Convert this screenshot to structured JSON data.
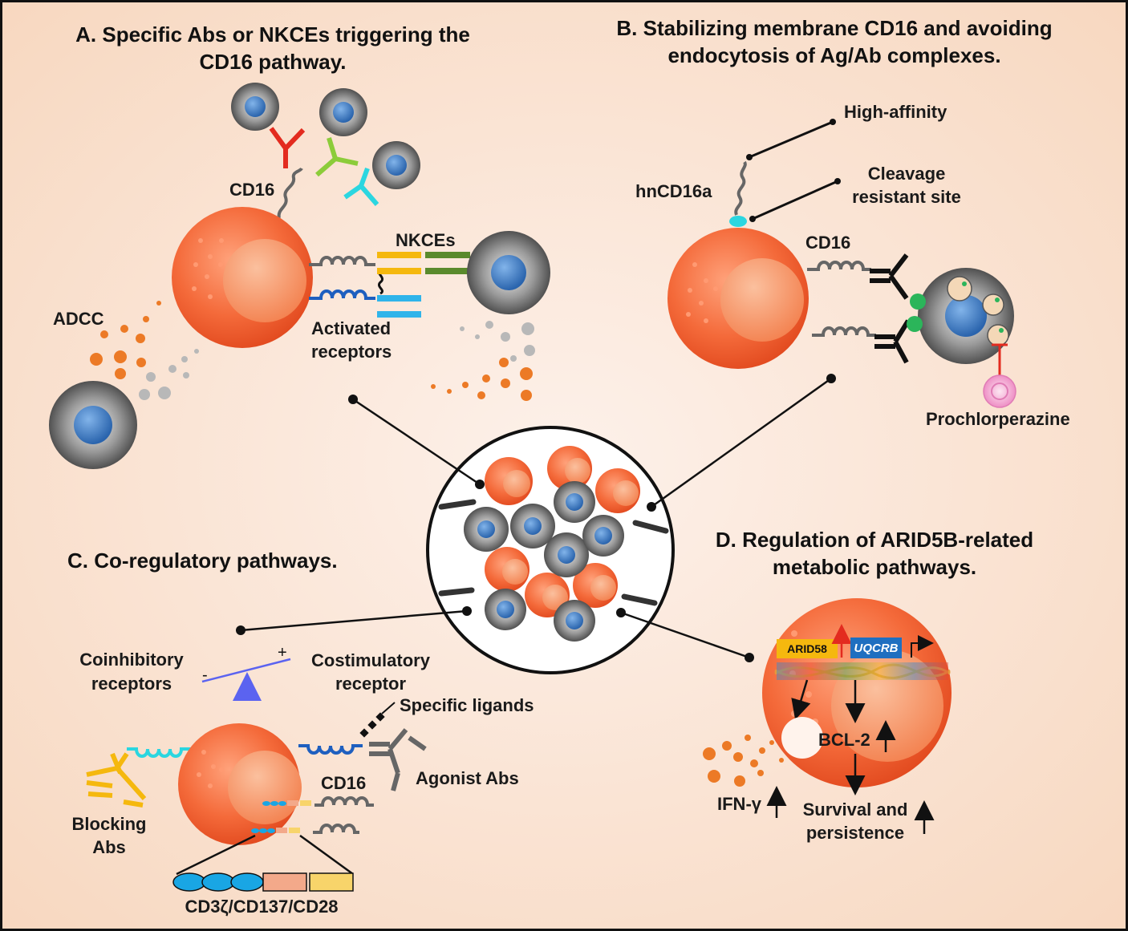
{
  "panels": {
    "a": {
      "title_line1": "A. Specific Abs or NKCEs triggering the",
      "title_line2": "CD16 pathway.",
      "cd16": "CD16",
      "nkces": "NKCEs",
      "adcc": "ADCC",
      "activated_line1": "Activated",
      "activated_line2": "receptors"
    },
    "b": {
      "title_line1": "B. Stabilizing membrane CD16 and avoiding",
      "title_line2": "endocytosis of Ag/Ab complexes.",
      "high_affinity": "High-affinity",
      "cleavage_line1": "Cleavage",
      "cleavage_line2": "resistant site",
      "hncd16a": "hnCD16a",
      "cd16": "CD16",
      "prochlorperazine": "Prochlorperazine"
    },
    "c": {
      "title": "C. Co-regulatory pathways.",
      "coinhibitory_line1": "Coinhibitory",
      "coinhibitory_line2": "receptors",
      "costimulatory_line1": "Costimulatory",
      "costimulatory_line2": "receptor",
      "minus": "-",
      "plus": "+",
      "specific_ligands": "Specific ligands",
      "agonist_abs": "Agonist Abs",
      "cd16": "CD16",
      "blocking_line1": "Blocking",
      "blocking_line2": "Abs",
      "domains": "CD3ζ/CD137/CD28"
    },
    "d": {
      "title_line1": "D. Regulation of ARID5B-related",
      "title_line2": "metabolic pathways.",
      "arid": "ARID58",
      "uqcrb": "UQCRB",
      "bcl2": "BCL-2",
      "ifn": "IFN-γ",
      "survival_line1": "Survival and",
      "survival_line2": "persistence"
    }
  },
  "colors": {
    "background_light": "#fbeee6",
    "background_peach": "#f8dcc6",
    "nk_cell": "#f26a3c",
    "tumor_nucleus": "#3a78c3",
    "tumor_body": "#6f6f6f",
    "cd16_receptor": "#666666",
    "antibody_red": "#e32b1f",
    "antibody_green": "#8ccc3a",
    "antibody_cyan": "#2bd6e0",
    "nkce_yellow": "#f5b80e",
    "nkce_green": "#5a8a2c",
    "activated_receptor": "#1e5fbf",
    "granule_orange": "#ec7a26",
    "granule_gray": "#b8b8b8",
    "prochlorperazine": "#f3a7cf",
    "fulcrum": "#5b63f0",
    "arid_box": "#f5b80e",
    "uqcrb_box": "#1f6fc0",
    "cd3z": "#19a6e4",
    "cd137": "#f3a98a",
    "cd28": "#f8d46a"
  }
}
